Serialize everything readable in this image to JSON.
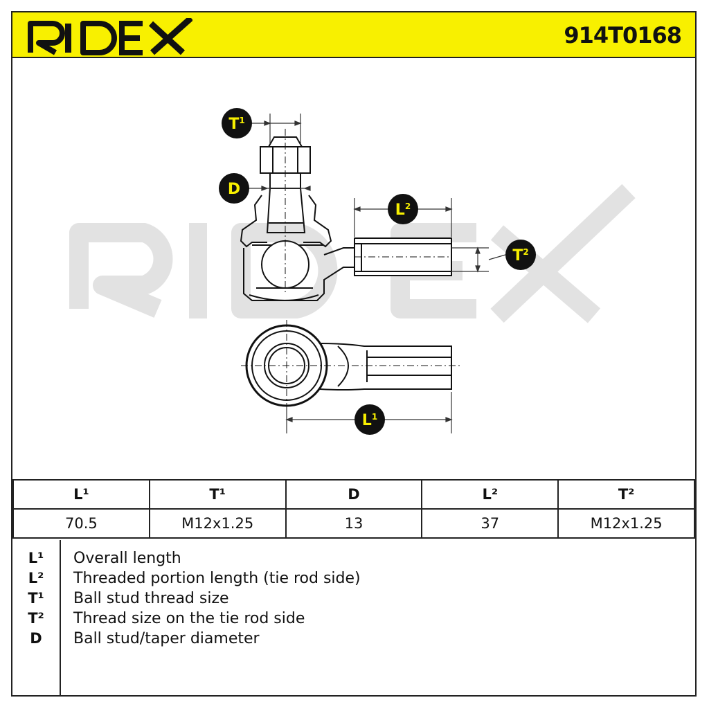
{
  "brand": {
    "name": "RIDEX",
    "accent_color": "#f8f000"
  },
  "part_number": "914T0168",
  "diagram": {
    "watermark": "RIDEX",
    "labels": {
      "t1": {
        "base": "T",
        "sup": "1"
      },
      "d": {
        "base": "D",
        "sup": ""
      },
      "l2": {
        "base": "L",
        "sup": "2"
      },
      "t2": {
        "base": "T",
        "sup": "2"
      },
      "l1": {
        "base": "L",
        "sup": "1"
      }
    }
  },
  "spec_table": {
    "headers": [
      "L¹",
      "T¹",
      "D",
      "L²",
      "T²"
    ],
    "values": [
      "70.5",
      "M12x1.25",
      "13",
      "37",
      "M12x1.25"
    ]
  },
  "legend": [
    {
      "symbol": "L¹",
      "description": "Overall length"
    },
    {
      "symbol": "L²",
      "description": "Threaded portion length (tie rod side)"
    },
    {
      "symbol": "T¹",
      "description": "Ball stud thread size"
    },
    {
      "symbol": "T²",
      "description": "Thread size on the tie rod side"
    },
    {
      "symbol": "D",
      "description": "Ball stud/taper diameter"
    }
  ]
}
